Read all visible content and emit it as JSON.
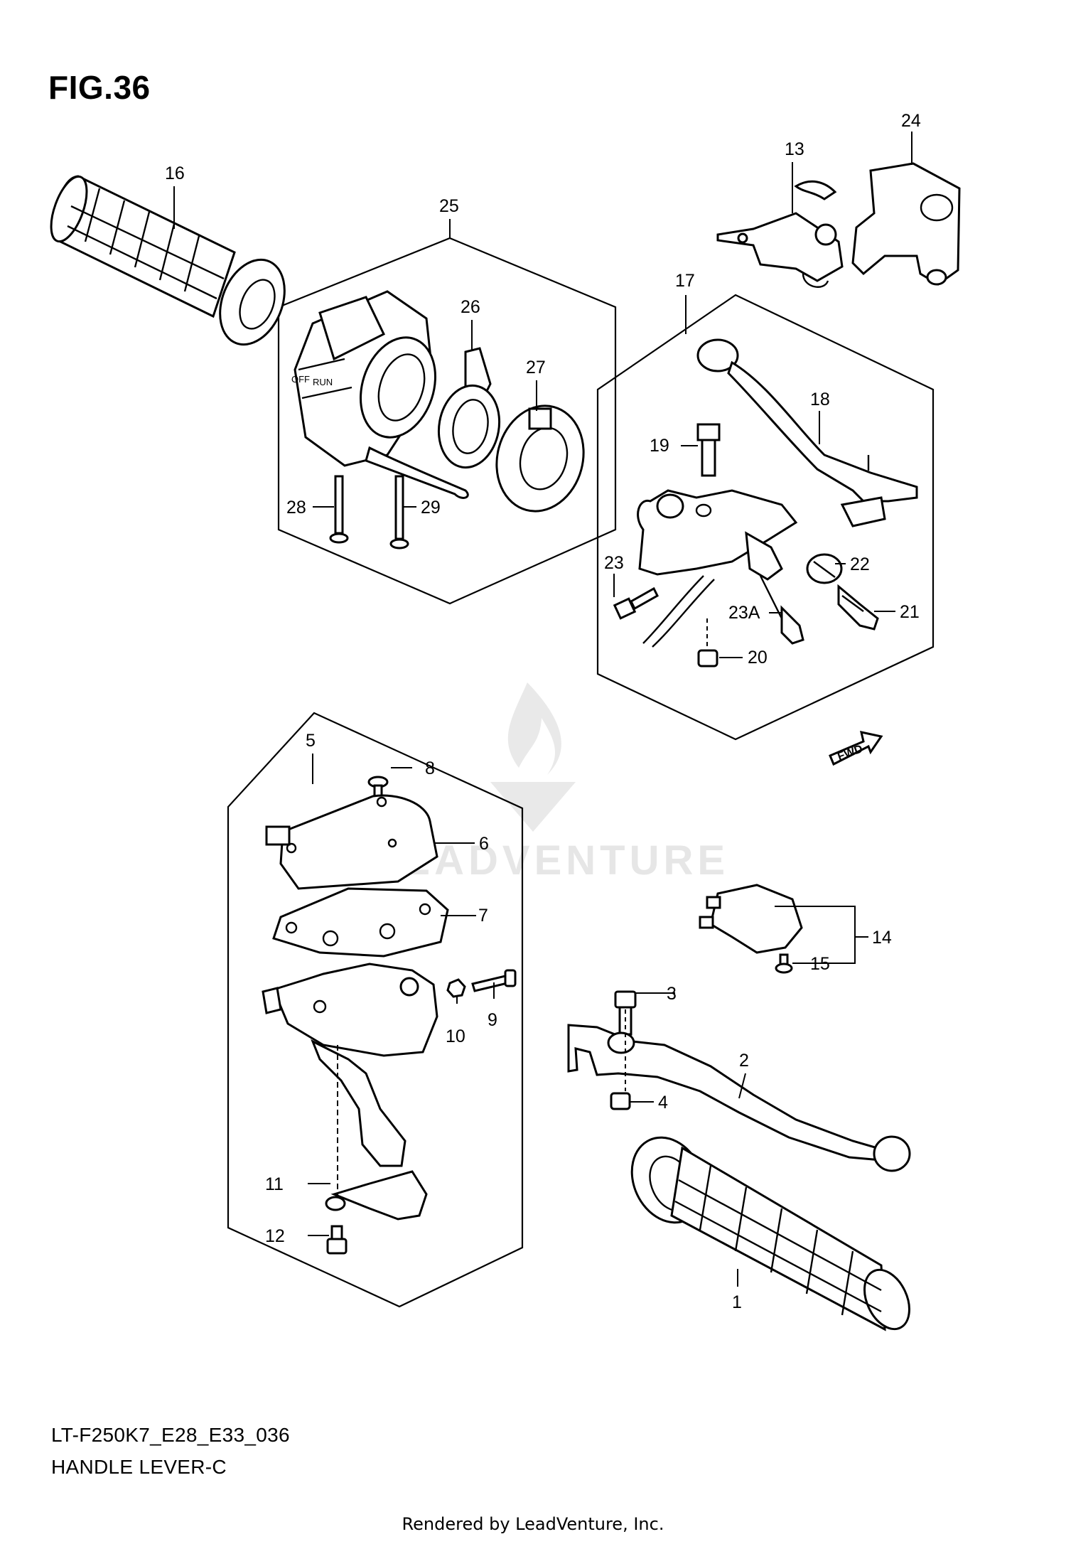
{
  "figure": {
    "title": "FIG.36",
    "model_code": "LT-F250K7_E28_E33_036",
    "name": "HANDLE LEVER-C",
    "rendered_by": "Rendered by LeadVenture, Inc.",
    "watermark": "LEADVENTURE",
    "fwd_label": "FWD"
  },
  "callouts": {
    "c1": "1",
    "c2": "2",
    "c3": "3",
    "c4": "4",
    "c5": "5",
    "c6": "6",
    "c7": "7",
    "c8": "8",
    "c9": "9",
    "c10": "10",
    "c11": "11",
    "c12": "12",
    "c13": "13",
    "c14": "14",
    "c15": "15",
    "c16": "16",
    "c17": "17",
    "c18": "18",
    "c19": "19",
    "c20": "20",
    "c21": "21",
    "c22": "22",
    "c23": "23",
    "c23a": "23A",
    "c24": "24",
    "c25": "25",
    "c26": "26",
    "c27": "27",
    "c28": "28",
    "c29": "29"
  }
}
